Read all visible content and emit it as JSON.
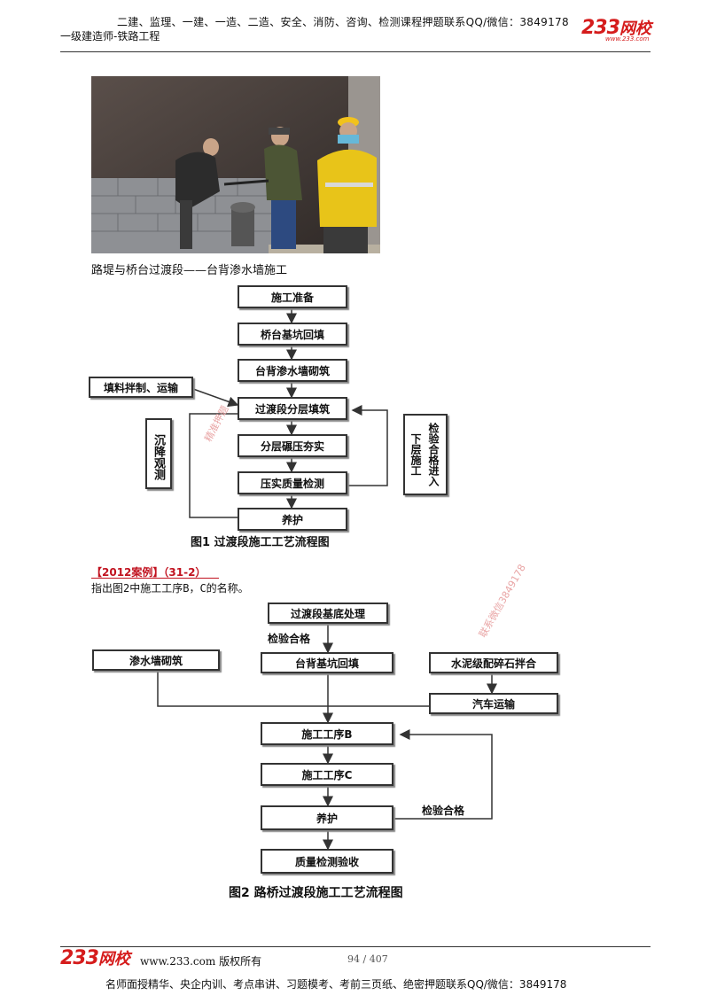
{
  "header": {
    "top_line": "二建、监理、一建、一造、二造、安全、消防、咨询、检测课程押题联系QQ/微信：3849178",
    "subtitle": "一级建造师-铁路工程",
    "logo_number": "233",
    "logo_text": "网校",
    "logo_url": "www.233.com"
  },
  "photo": {
    "icon": "construction-photo"
  },
  "caption": "路堤与桥台过渡段——台背渗水墙施工",
  "figure1": {
    "steps": [
      "施工准备",
      "桥台基坑回填",
      "台背渗水墙砌筑",
      "过渡段分层填筑",
      "分层碾压夯实",
      "压实质量检测",
      "养护"
    ],
    "side_input": "填料拌制、运输",
    "left_side": "沉降观测",
    "right_side": "检验合格进入下层施工",
    "caption": "图1 过渡段施工工艺流程图"
  },
  "case": {
    "title": "【2012案例】（31-2）",
    "question": "指出图2中施工工序B，C的名称。"
  },
  "figure2": {
    "steps": [
      "过渡段基底处理",
      "台背基坑回填",
      "施工工序B",
      "施工工序C",
      "养护",
      "质量检测验收"
    ],
    "check_label": "检验合格",
    "left_box": "渗水墙砌筑",
    "right_box_1": "水泥级配碎石拌合",
    "right_box_2": "汽车运输",
    "loop_label": "检验合格",
    "caption": "图2  路桥过渡段施工工艺流程图"
  },
  "watermarks": {
    "wm1": "精准押题",
    "wm2": "联系微信3849178"
  },
  "footer": {
    "logo_number": "233",
    "logo_text": "网校",
    "copyright": "www.233.com 版权所有",
    "page": "94 / 407",
    "bottom_line": "名师面授精华、央企内训、考点串讲、习题模考、考前三页纸、绝密押题联系QQ/微信：3849178"
  },
  "colors": {
    "brand": "#d51c1c",
    "case_title": "#c1121f"
  }
}
